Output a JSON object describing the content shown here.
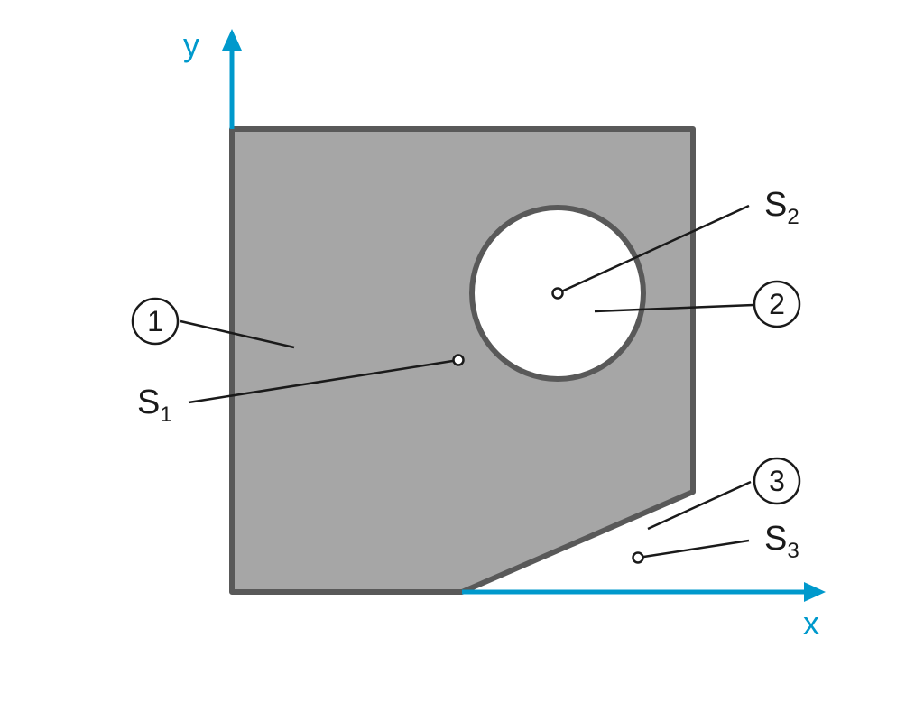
{
  "colors": {
    "axis": "#0099cc",
    "outline": "#595959",
    "fill": "#a6a6a6",
    "leader": "#1a1a1a",
    "background": "#ffffff"
  },
  "axes": {
    "x_label": "x",
    "y_label": "y"
  },
  "parts": [
    {
      "number": "1"
    },
    {
      "number": "2"
    },
    {
      "number": "3"
    }
  ],
  "centroids": [
    {
      "letter": "S",
      "index": "1"
    },
    {
      "letter": "S",
      "index": "2"
    },
    {
      "letter": "S",
      "index": "3"
    }
  ]
}
